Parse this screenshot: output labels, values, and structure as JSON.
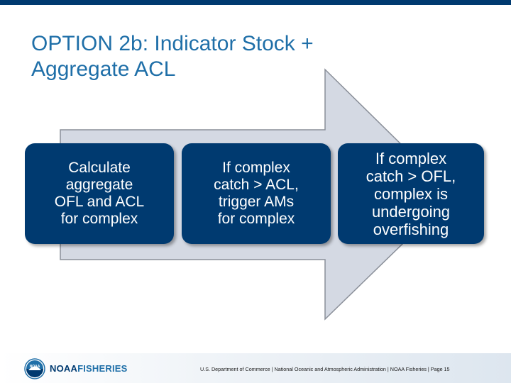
{
  "title": {
    "line1": "OPTION 2b: Indicator Stock +",
    "line2": "Aggregate ACL"
  },
  "steps": [
    {
      "lines": [
        "Calculate",
        "aggregate",
        "OFL and ACL",
        "for complex"
      ]
    },
    {
      "lines": [
        "If complex",
        "catch > ACL,",
        "trigger AMs",
        "for complex"
      ]
    },
    {
      "lines": [
        "If complex",
        "catch > OFL,",
        "complex is",
        "undergoing",
        "overfishing"
      ]
    }
  ],
  "footer": {
    "brand_part1": "NOAA",
    "brand_part2": "FISHERIES",
    "logo_text": "NOAA",
    "text": "U.S. Department of Commerce | National Oceanic and Atmospheric Administration | NOAA Fisheries | Page 15"
  },
  "colors": {
    "header_bar": "#003a70",
    "title": "#1f6fa8",
    "box_fill": "#003a70",
    "arrow_fill": "#d4d9e3",
    "arrow_stroke": "#8a8f99"
  }
}
